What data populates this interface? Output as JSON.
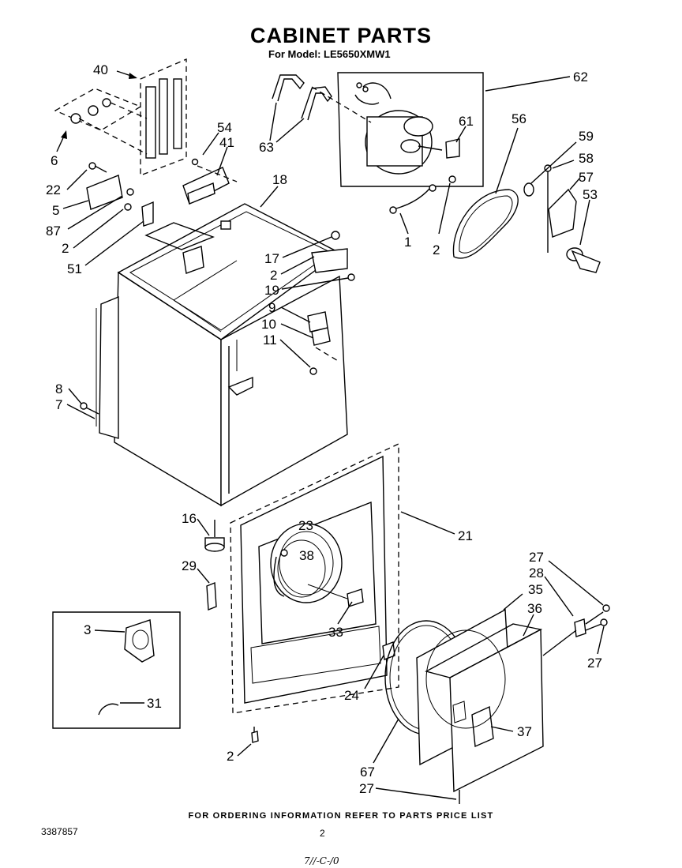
{
  "header": {
    "title": "CABINET PARTS",
    "subtitle": "For Model: LE5650XMW1"
  },
  "footer": {
    "note": "FOR ORDERING INFORMATION REFER TO PARTS PRICE LIST",
    "doc_number": "3387857",
    "page_number": "2",
    "handwritten": "7//-C-/0"
  },
  "callouts": [
    {
      "id": "40",
      "text": "40"
    },
    {
      "id": "6",
      "text": "6"
    },
    {
      "id": "22",
      "text": "22"
    },
    {
      "id": "5",
      "text": "5"
    },
    {
      "id": "87",
      "text": "87"
    },
    {
      "id": "2a",
      "text": "2"
    },
    {
      "id": "51",
      "text": "51"
    },
    {
      "id": "54",
      "text": "54"
    },
    {
      "id": "41",
      "text": "41"
    },
    {
      "id": "18",
      "text": "18"
    },
    {
      "id": "63",
      "text": "63"
    },
    {
      "id": "62",
      "text": "62"
    },
    {
      "id": "61",
      "text": "61"
    },
    {
      "id": "56",
      "text": "56"
    },
    {
      "id": "59",
      "text": "59"
    },
    {
      "id": "58",
      "text": "58"
    },
    {
      "id": "57",
      "text": "57"
    },
    {
      "id": "53",
      "text": "53"
    },
    {
      "id": "1",
      "text": "1"
    },
    {
      "id": "2b",
      "text": "2"
    },
    {
      "id": "17",
      "text": "17"
    },
    {
      "id": "2c",
      "text": "2"
    },
    {
      "id": "19",
      "text": "19"
    },
    {
      "id": "9",
      "text": "9"
    },
    {
      "id": "10",
      "text": "10"
    },
    {
      "id": "11",
      "text": "11"
    },
    {
      "id": "8",
      "text": "8"
    },
    {
      "id": "7",
      "text": "7"
    },
    {
      "id": "16",
      "text": "16"
    },
    {
      "id": "23",
      "text": "23"
    },
    {
      "id": "38",
      "text": "38"
    },
    {
      "id": "21",
      "text": "21"
    },
    {
      "id": "29",
      "text": "29"
    },
    {
      "id": "33",
      "text": "33"
    },
    {
      "id": "3",
      "text": "3"
    },
    {
      "id": "31",
      "text": "31"
    },
    {
      "id": "24",
      "text": "24"
    },
    {
      "id": "2d",
      "text": "2"
    },
    {
      "id": "27a",
      "text": "27"
    },
    {
      "id": "28",
      "text": "28"
    },
    {
      "id": "35",
      "text": "35"
    },
    {
      "id": "36",
      "text": "36"
    },
    {
      "id": "27b",
      "text": "27"
    },
    {
      "id": "37",
      "text": "37"
    },
    {
      "id": "67",
      "text": "67"
    },
    {
      "id": "27c",
      "text": "27"
    }
  ]
}
